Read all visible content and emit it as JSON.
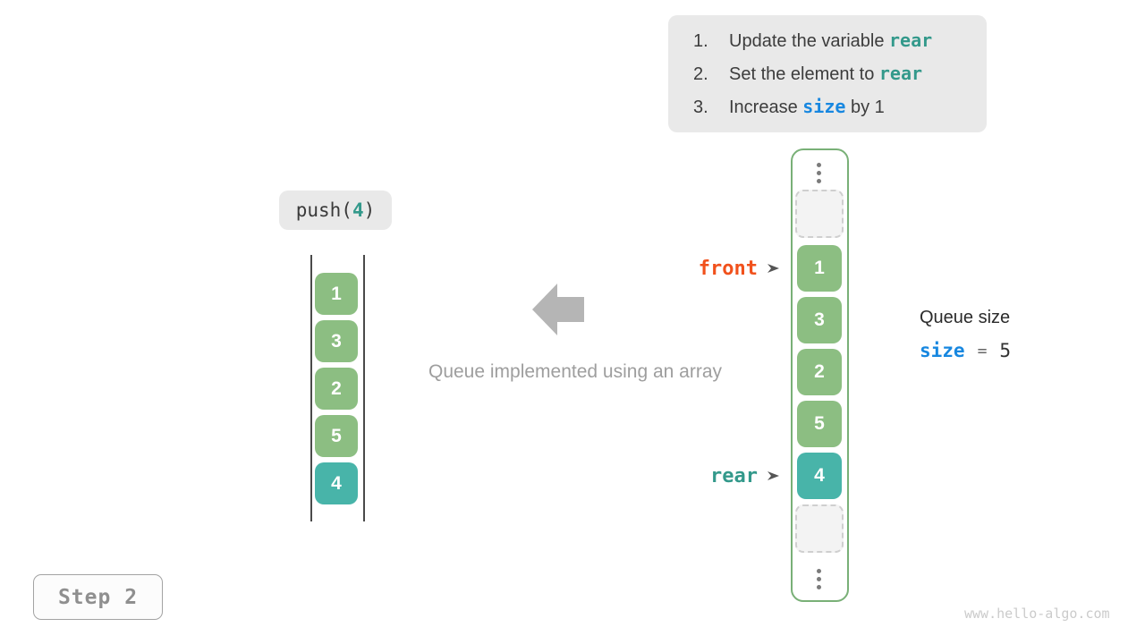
{
  "instructions": {
    "items": [
      {
        "num": "1.",
        "pre": "Update the variable ",
        "code": "rear",
        "post": ""
      },
      {
        "num": "2.",
        "pre": "Set the element to ",
        "code": "rear",
        "post": ""
      },
      {
        "num": "3.",
        "pre": "Increase ",
        "code": "size",
        "post": " by 1"
      }
    ]
  },
  "push_label": {
    "fn": "push(",
    "arg": "4",
    "close": ")"
  },
  "left_array": {
    "values": [
      "1",
      "3",
      "2",
      "5",
      "4"
    ],
    "highlighted_value": "4"
  },
  "right_array": {
    "values": [
      "1",
      "3",
      "2",
      "5",
      "4"
    ],
    "highlighted_value": "4"
  },
  "pointers": {
    "front_label": "front",
    "rear_label": "rear"
  },
  "caption": "Queue implemented using an array",
  "queue_size": {
    "title": "Queue size",
    "var": "size",
    "eq": "=",
    "value": "5"
  },
  "step_label": "Step 2",
  "watermark": "www.hello-algo.com",
  "icons": {
    "big_arrow": "arrow-left-icon",
    "pointer_arrow": "arrow-right-icon",
    "ellipsis": "vertical-ellipsis-icon"
  },
  "colors": {
    "green": "#8cbe82",
    "teal": "#48b4a9",
    "orange": "#f1511c",
    "teal_text": "#33998b",
    "blue": "#1787e0",
    "container_border": "#79b077",
    "box_bg": "#e9e9e9",
    "arrow_gray": "#b5b5b5"
  }
}
